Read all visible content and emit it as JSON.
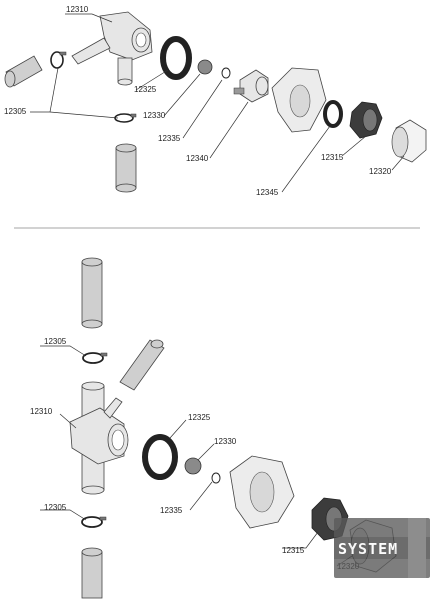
{
  "top_view": {
    "labels": {
      "elbow_body": "12310",
      "clamps": "12305",
      "seal_ring": "12325",
      "ball": "12330",
      "o_ring": "12335",
      "valve_seat": "12340",
      "washer": "12345",
      "nut": "12315",
      "knob": "12320"
    }
  },
  "bottom_view": {
    "labels": {
      "clamp_upper": "12305",
      "tee_body": "12310",
      "seal_ring": "12325",
      "ball": "12330",
      "o_ring": "12335",
      "clamp_lower": "12305",
      "nut": "12315",
      "knob": "12320"
    }
  },
  "watermark": {
    "text": "SYSTEM"
  }
}
